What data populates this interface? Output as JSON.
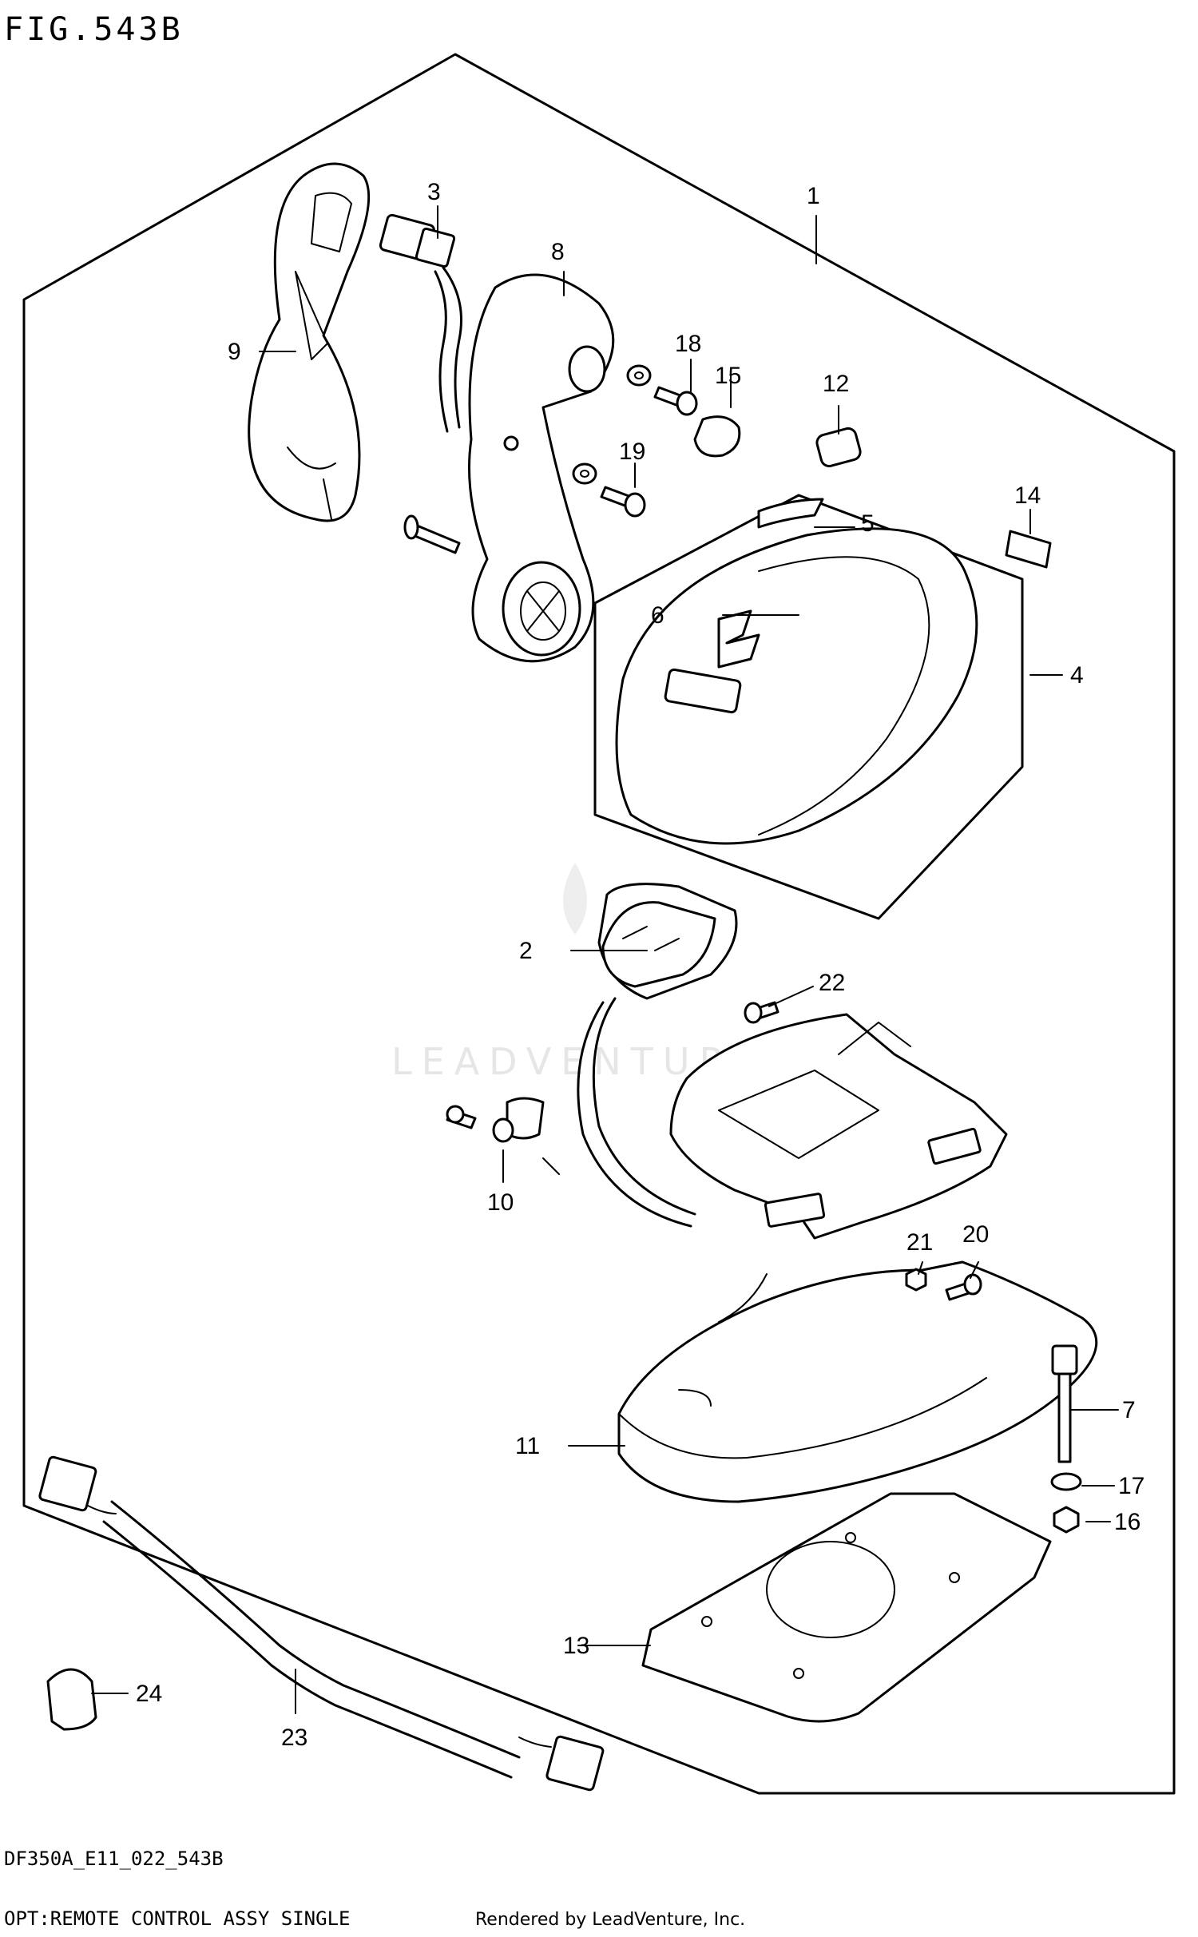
{
  "figure": {
    "title": "FIG.543B",
    "code": "DF350A_E11_022_543B",
    "caption": "OPT:REMOTE CONTROL ASSY SINGLE",
    "rendered_by": "Rendered by LeadVenture, Inc.",
    "watermark": "LEADVENTURE"
  },
  "callouts": [
    {
      "id": "c1",
      "label": "1"
    },
    {
      "id": "c2",
      "label": "2"
    },
    {
      "id": "c3",
      "label": "3"
    },
    {
      "id": "c4",
      "label": "4"
    },
    {
      "id": "c5",
      "label": "5"
    },
    {
      "id": "c6",
      "label": "6"
    },
    {
      "id": "c7",
      "label": "7"
    },
    {
      "id": "c8",
      "label": "8"
    },
    {
      "id": "c9",
      "label": "9"
    },
    {
      "id": "c10",
      "label": "10"
    },
    {
      "id": "c11",
      "label": "11"
    },
    {
      "id": "c12",
      "label": "12"
    },
    {
      "id": "c13",
      "label": "13"
    },
    {
      "id": "c14",
      "label": "14"
    },
    {
      "id": "c15",
      "label": "15"
    },
    {
      "id": "c16",
      "label": "16"
    },
    {
      "id": "c17",
      "label": "17"
    },
    {
      "id": "c18",
      "label": "18"
    },
    {
      "id": "c19",
      "label": "19"
    },
    {
      "id": "c20",
      "label": "20"
    },
    {
      "id": "c21",
      "label": "21"
    },
    {
      "id": "c22",
      "label": "22"
    },
    {
      "id": "c23",
      "label": "23"
    },
    {
      "id": "c24",
      "label": "24"
    }
  ],
  "colors": {
    "ink": "#000000",
    "paper": "#ffffff",
    "watermark": "#e6e6e6"
  }
}
